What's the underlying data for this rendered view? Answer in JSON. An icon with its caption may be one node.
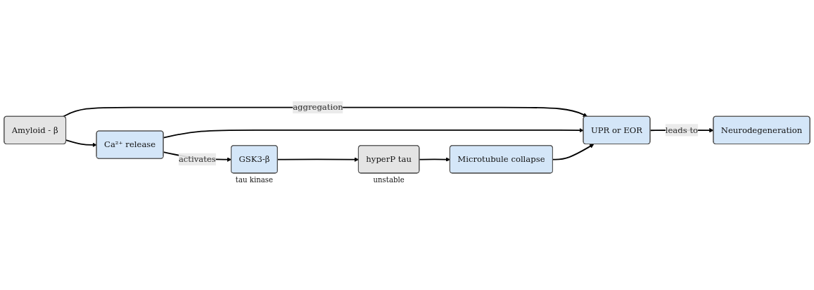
{
  "diagram": {
    "nodes": [
      {
        "text": [
          "Amyloid - β"
        ]
      },
      {
        "text": [
          "UPR or EOR"
        ]
      },
      {
        "text": [
          "Neurodegeneration"
        ]
      },
      {
        "text": [
          "Ca²⁺ release"
        ]
      },
      {
        "text": [
          "Microtubule collapse"
        ]
      },
      {
        "text": [
          "GSK3-β"
        ],
        "beside": [
          "tau kinase"
        ]
      },
      {
        "text": [
          "hyperP tau"
        ],
        "beside": [
          "unstable"
        ]
      }
    ],
    "edges": [
      {
        "from": 0,
        "to": 1,
        "arrow": "to",
        "label": "aggregation"
      },
      {
        "from": 0,
        "to": 3,
        "arrow": "to"
      },
      {
        "from": 1,
        "to": 2,
        "arrow": "to",
        "label": "leads to"
      },
      {
        "from": 3,
        "to": 1,
        "arrow": "to"
      },
      {
        "from": 4,
        "to": 1,
        "arrow": "to"
      },
      {
        "from": 3,
        "to": 5,
        "arrow": "to",
        "label": "activates"
      },
      {
        "from": 5,
        "to": 6,
        "arrow": "to"
      },
      {
        "from": 6,
        "to": 4,
        "arrow": "to"
      }
    ]
  }
}
